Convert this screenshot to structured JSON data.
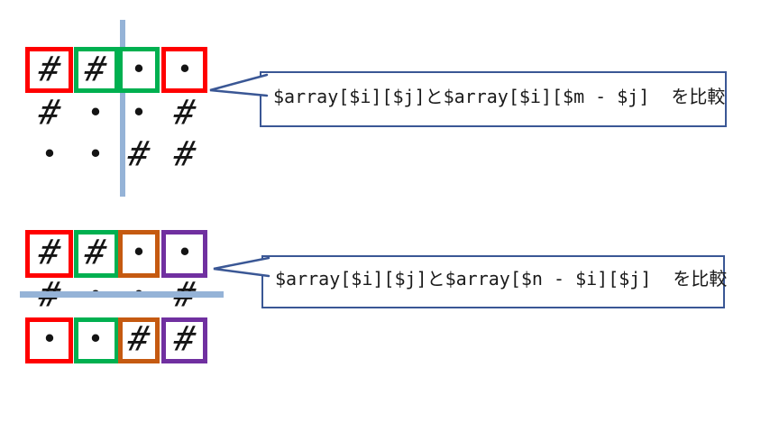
{
  "colors": {
    "red": "#FF0000",
    "green": "#00B050",
    "orange": "#C55A11",
    "purple": "#7030A0",
    "axis_line": "#95B3D7",
    "callout_border": "#3A5795",
    "char_color": "#141414"
  },
  "grids": {
    "top": {
      "axis": "vertical",
      "rows": [
        [
          "#",
          "#",
          "•",
          "•"
        ],
        [
          "#",
          "•",
          "•",
          "#"
        ],
        [
          "•",
          "•",
          "#",
          "#"
        ]
      ],
      "row_boxes": [
        [
          "red",
          "green",
          "green",
          "red"
        ],
        null,
        null
      ]
    },
    "bottom": {
      "axis": "horizontal",
      "rows": [
        [
          "#",
          "#",
          "•",
          "•"
        ],
        [
          "#",
          "•",
          "•",
          "#"
        ],
        [
          "•",
          "•",
          "#",
          "#"
        ]
      ],
      "row_boxes": [
        [
          "red",
          "green",
          "orange",
          "purple"
        ],
        null,
        [
          "red",
          "green",
          "orange",
          "purple"
        ]
      ]
    }
  },
  "callouts": {
    "top": {
      "text": "$array[$i][$j]と$array[$i][$m - $j]  を比較"
    },
    "bottom": {
      "text": "$array[$i][$j]と$array[$n - $i][$j]  を比較"
    }
  }
}
